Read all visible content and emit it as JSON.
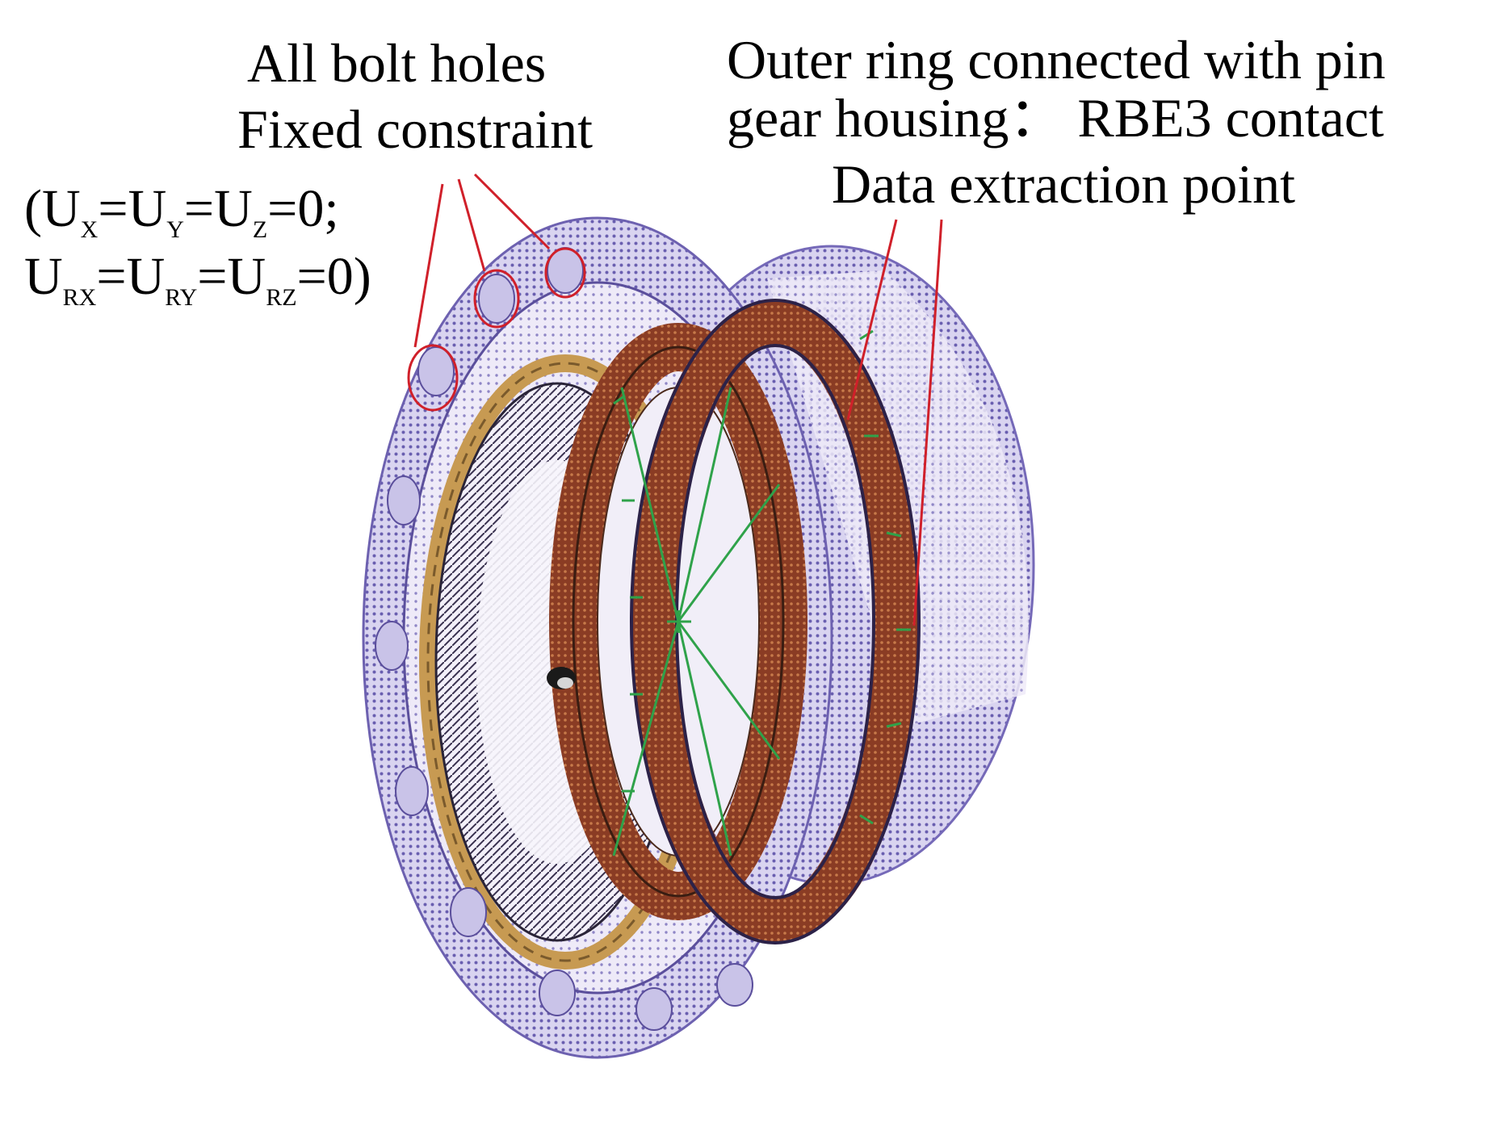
{
  "labels": {
    "bolt_holes_line1": "All bolt holes",
    "bolt_holes_line2": "Fixed constraint",
    "outer_ring_line1": "Outer ring connected with pin",
    "outer_ring_line2": "gear housing： RBE3 contact",
    "data_point": "Data extraction point"
  },
  "constraint": {
    "line1": {
      "open": "(",
      "u": "U",
      "x": "X",
      "y": "Y",
      "z": "Z",
      "eq": "=",
      "end": "=0;"
    },
    "line2": {
      "u": "U",
      "rx": "RX",
      "ry": "RY",
      "rz": "RZ",
      "eq": "=",
      "end": "=0)"
    }
  },
  "colors": {
    "housing": "#8c82c8",
    "housing_dark": "#5b4f9c",
    "ring_brown": "#7a3320",
    "roller_gold": "#c79a52",
    "fem_green": "#2fa24a",
    "annotation_red": "#d0202a"
  },
  "icons": {
    "bolt_hole": "circle",
    "center_node": "sphere"
  }
}
